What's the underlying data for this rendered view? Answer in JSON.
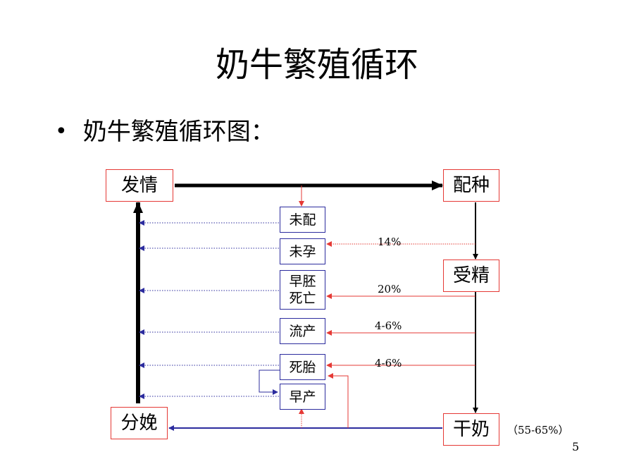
{
  "slide": {
    "title": "奶牛繁殖循环",
    "bullet": "奶牛繁殖循环图：",
    "page_number": "5"
  },
  "stages": {
    "estrus": "发情",
    "mating": "配种",
    "conception": "受精",
    "dry": "干奶",
    "calving": "分娩"
  },
  "outcomes": {
    "not_mated": "未配",
    "not_pregnant": "未孕",
    "early_embryo_death": "早胚\n死亡",
    "abortion": "流产",
    "stillbirth": "死胎",
    "premature": "早产"
  },
  "rates": {
    "not_pregnant": "14%",
    "early_embryo_death": "20%",
    "abortion": "4-6%",
    "stillbirth": "4-6%",
    "dry": "（55-65%）"
  },
  "colors": {
    "stage_border": "#e53935",
    "outcome_border": "#2c2c9e",
    "main_arrow": "#000000",
    "loss_arrow": "#e53935",
    "return_arrow": "#2c2c9e"
  }
}
